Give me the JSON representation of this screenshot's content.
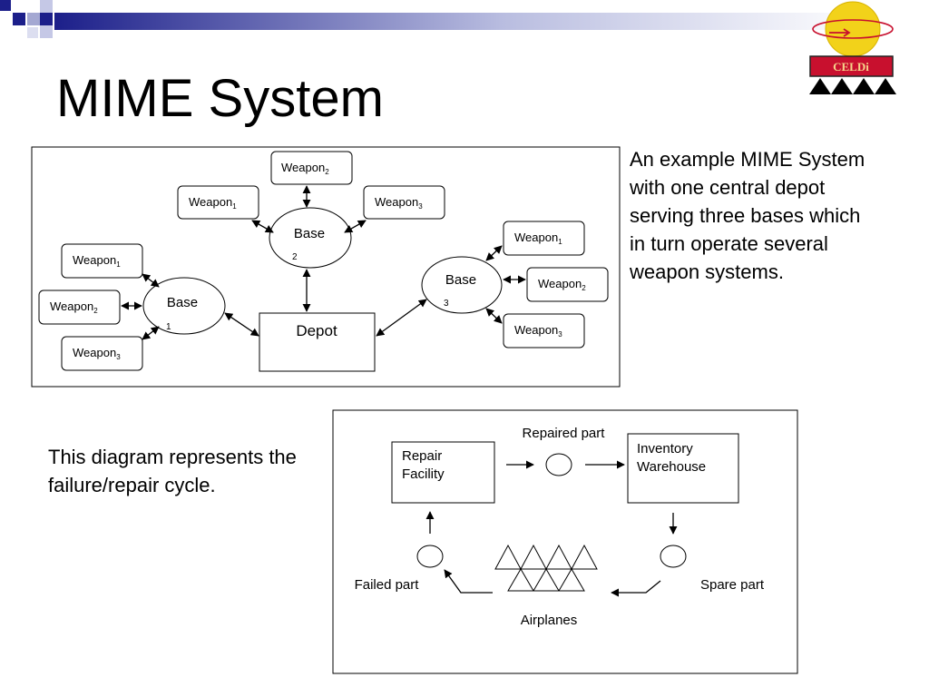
{
  "slide": {
    "title": "MIME System",
    "caption_top": "An example MIME System with one central depot serving three bases which in turn operate several weapon systems.",
    "caption_bottom": "This diagram represents the failure/repair cycle.",
    "logo_label": "CELDi"
  },
  "diagram1": {
    "depot": "Depot",
    "bases": [
      {
        "label": "Base",
        "sub": "1"
      },
      {
        "label": "Base",
        "sub": "2"
      },
      {
        "label": "Base",
        "sub": "3"
      }
    ],
    "weapon_label": "Weapon",
    "weapon_subs": [
      "1",
      "2",
      "3"
    ]
  },
  "diagram2": {
    "repair_facility": [
      "Repair",
      "Facility"
    ],
    "inventory_warehouse": [
      "Inventory",
      "Warehouse"
    ],
    "repaired_part": "Repaired part",
    "failed_part": "Failed part",
    "spare_part": "Spare part",
    "airplanes": "Airplanes"
  },
  "colors": {
    "banner_blue": "#1c1f8a",
    "logo_sun": "#f2d21a",
    "logo_red": "#c8102e"
  }
}
